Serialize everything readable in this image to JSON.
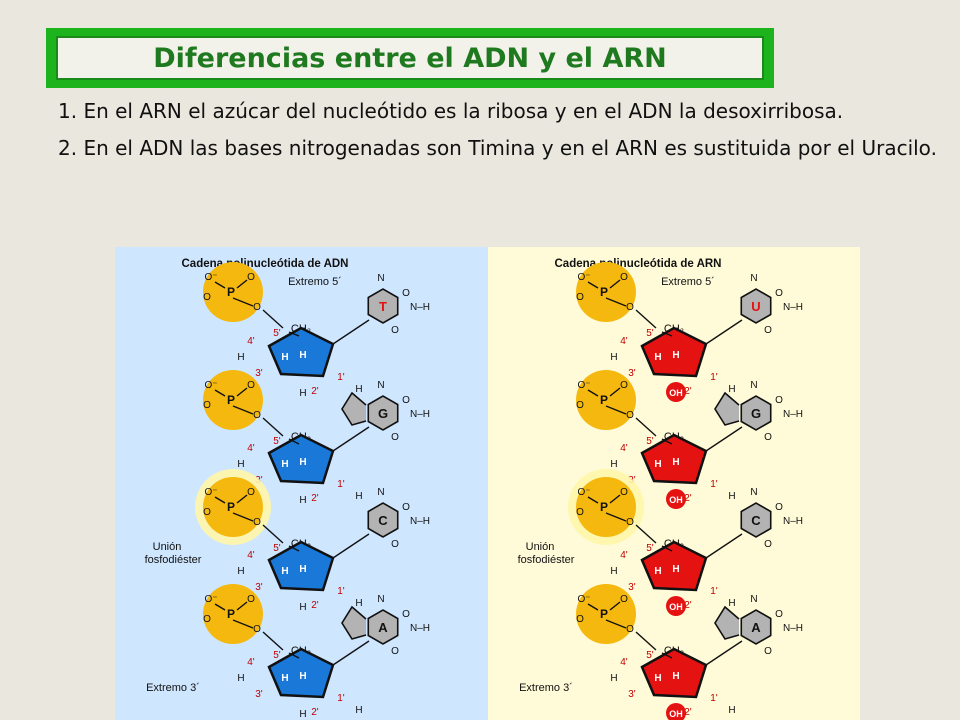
{
  "title": "Diferencias entre el ADN y el ARN",
  "points": [
    "1. En el ARN el azúcar del nucleótido es la ribosa y en el ADN la desoxirribosa.",
    "2. En el ADN las bases nitrogenadas  son Timina y en el ARN es sustituida por el Uracilo."
  ],
  "diagram": {
    "colors": {
      "adn_background": "#cfe6ff",
      "arn_background": "#fffbd8",
      "phosphate": "#f5b80f",
      "deoxyribose": "#1a78d8",
      "ribose": "#e51212",
      "base": "#b3b3b3",
      "hydroxyl": "#e51212"
    },
    "adn": {
      "heading": "Cadena polinucleótida de ADN",
      "five_prime": "Extremo 5´",
      "three_prime": "Extremo 3´",
      "bond_label_line1": "Unión",
      "bond_label_line2": "fosfodiéster",
      "bases": [
        "T",
        "G",
        "C",
        "A"
      ],
      "sugar_2prime": "H"
    },
    "arn": {
      "heading": "Cadena polinucleótida de ARN",
      "five_prime": "Extremo 5´",
      "three_prime": "Extremo 3´",
      "bond_label_line1": "Unión",
      "bond_label_line2": "fosfodiéster",
      "bases": [
        "U",
        "G",
        "C",
        "A"
      ],
      "sugar_2prime": "OH"
    }
  }
}
